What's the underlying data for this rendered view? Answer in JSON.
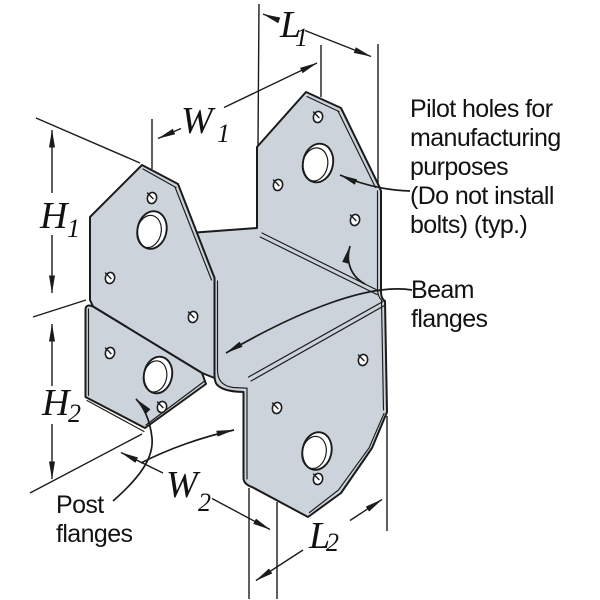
{
  "colors": {
    "plate": "#ccd3da",
    "line": "#1b1b1b",
    "background": "#ffffff"
  },
  "dims": {
    "L1": {
      "letter": "L",
      "sub": "1"
    },
    "W1": {
      "letter": "W",
      "sub": "1"
    },
    "H1": {
      "letter": "H",
      "sub": "1"
    },
    "H2": {
      "letter": "H",
      "sub": "2"
    },
    "W2": {
      "letter": "W",
      "sub": "2"
    },
    "L2": {
      "letter": "L",
      "sub": "2"
    }
  },
  "notes": {
    "pilot": [
      "Pilot holes for",
      "manufacturing",
      "purposes",
      "(Do not install",
      "bolts) (typ.)"
    ],
    "beam": [
      "Beam",
      "flanges"
    ],
    "post": [
      "Post",
      "flanges"
    ]
  }
}
